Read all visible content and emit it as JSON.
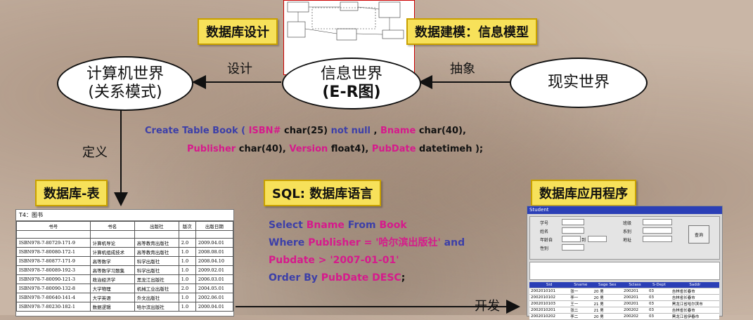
{
  "labels": {
    "db_design": "数据库设计",
    "modeling": "数据建模：信息模型",
    "db_table": "数据库-表",
    "sql": "SQL: 数据库语言",
    "app": "数据库应用程序"
  },
  "worlds": {
    "computer_line1": "计算机世界",
    "computer_line2": "(关系模式)",
    "info_line1": "信息世界",
    "info_line2": "(E-R图)",
    "real": "现实世界"
  },
  "arrows": {
    "design": "设计",
    "abstract": "抽象",
    "define": "定义",
    "develop": "开发"
  },
  "create_sql": {
    "line1": [
      {
        "t": "Create Table Book ( ",
        "c": "kw"
      },
      {
        "t": "ISBN#",
        "c": "pk"
      },
      {
        "t": " char(25) ",
        "c": "bk"
      },
      {
        "t": "not null",
        "c": "kw"
      },
      {
        "t": " , ",
        "c": "bk"
      },
      {
        "t": "Bname",
        "c": "pk"
      },
      {
        "t": " char(40),",
        "c": "bk"
      }
    ],
    "line2": [
      {
        "t": "Publisher",
        "c": "pk"
      },
      {
        "t": " char(40), ",
        "c": "bk"
      },
      {
        "t": "Version",
        "c": "pk"
      },
      {
        "t": " float4), ",
        "c": "bk"
      },
      {
        "t": "PubDate",
        "c": "pk"
      },
      {
        "t": " datetimeh );",
        "c": "bk"
      }
    ]
  },
  "select_sql": {
    "l1": [
      {
        "t": "Select   ",
        "c": "kw"
      },
      {
        "t": "Bname  ",
        "c": "pk"
      },
      {
        "t": "From  ",
        "c": "kw"
      },
      {
        "t": "Book",
        "c": "pk"
      }
    ],
    "l2": [
      {
        "t": "Where   ",
        "c": "kw"
      },
      {
        "t": "Publisher = '哈尔滨出版社'",
        "c": "pk"
      },
      {
        "t": "  and",
        "c": "kw"
      }
    ],
    "l3": [
      {
        "t": "Pubdate  > '2007-01-01'",
        "c": "pk"
      }
    ],
    "l4": [
      {
        "t": "Order By  ",
        "c": "kw"
      },
      {
        "t": "PubDate  DESC",
        "c": "pk"
      },
      {
        "t": ";",
        "c": "bk"
      }
    ]
  },
  "book_table": {
    "caption": "T4：图书",
    "headers": [
      "书号",
      "书名",
      "出版社",
      "版次",
      "出版日期"
    ],
    "rows": [
      [
        "ISBN978-7-80729-171-9",
        "计算机导论",
        "高等教育出版社",
        "2.0",
        "2009.04.01"
      ],
      [
        "ISBN978-7-80080-172-1",
        "计算机组成技术",
        "高等教育出版社",
        "1.0",
        "2008.08.01"
      ],
      [
        "ISBN978-7-80877-171-9",
        "高等数学",
        "科学出版社",
        "1.0",
        "2008.04.10"
      ],
      [
        "ISBN978-7-80089-192-3",
        "高等数学习题集",
        "科学出版社",
        "1.0",
        "2009.02.01"
      ],
      [
        "ISBN978-7-80090-121-3",
        "政治经济学",
        "黑龙江出版社",
        "1.0",
        "2006.03.01"
      ],
      [
        "ISBN978-7-80090-132-8",
        "大学物理",
        "机械工业出版社",
        "2.0",
        "2004.05.01"
      ],
      [
        "ISBN978-7-80640-141-4",
        "大学英语",
        "外文出版社",
        "1.0",
        "2002.06.01"
      ],
      [
        "ISBN978-7-80230-182-1",
        "数据逻辑",
        "哈尔滨出版社",
        "1.0",
        "2000.04.01"
      ]
    ]
  },
  "app_window": {
    "title": "Student",
    "field_labels": [
      "学号",
      "姓名",
      "年龄自",
      "性别",
      "班级",
      "系别",
      "地址"
    ],
    "to_label": "到",
    "query_button": "查询",
    "result_headers": [
      "Sid",
      "Sname",
      "Sage Sex",
      "Sclass",
      "S-Dept",
      "Saddr"
    ],
    "result_rows": [
      [
        "2002010101",
        "张一",
        "20 男",
        "200201",
        "03",
        "吉林省长春市"
      ],
      [
        "2002010102",
        "李一",
        "20 男",
        "200201",
        "03",
        "吉林省长春市"
      ],
      [
        "2002010103",
        "王一",
        "21 男",
        "200201",
        "03",
        "黑龙江省哈尔滨市"
      ],
      [
        "2002010201",
        "张二",
        "21 男",
        "200202",
        "03",
        "吉林省长春市"
      ],
      [
        "2002010202",
        "李二",
        "20 男",
        "200202",
        "03",
        "黑龙江省伊春市"
      ]
    ]
  }
}
